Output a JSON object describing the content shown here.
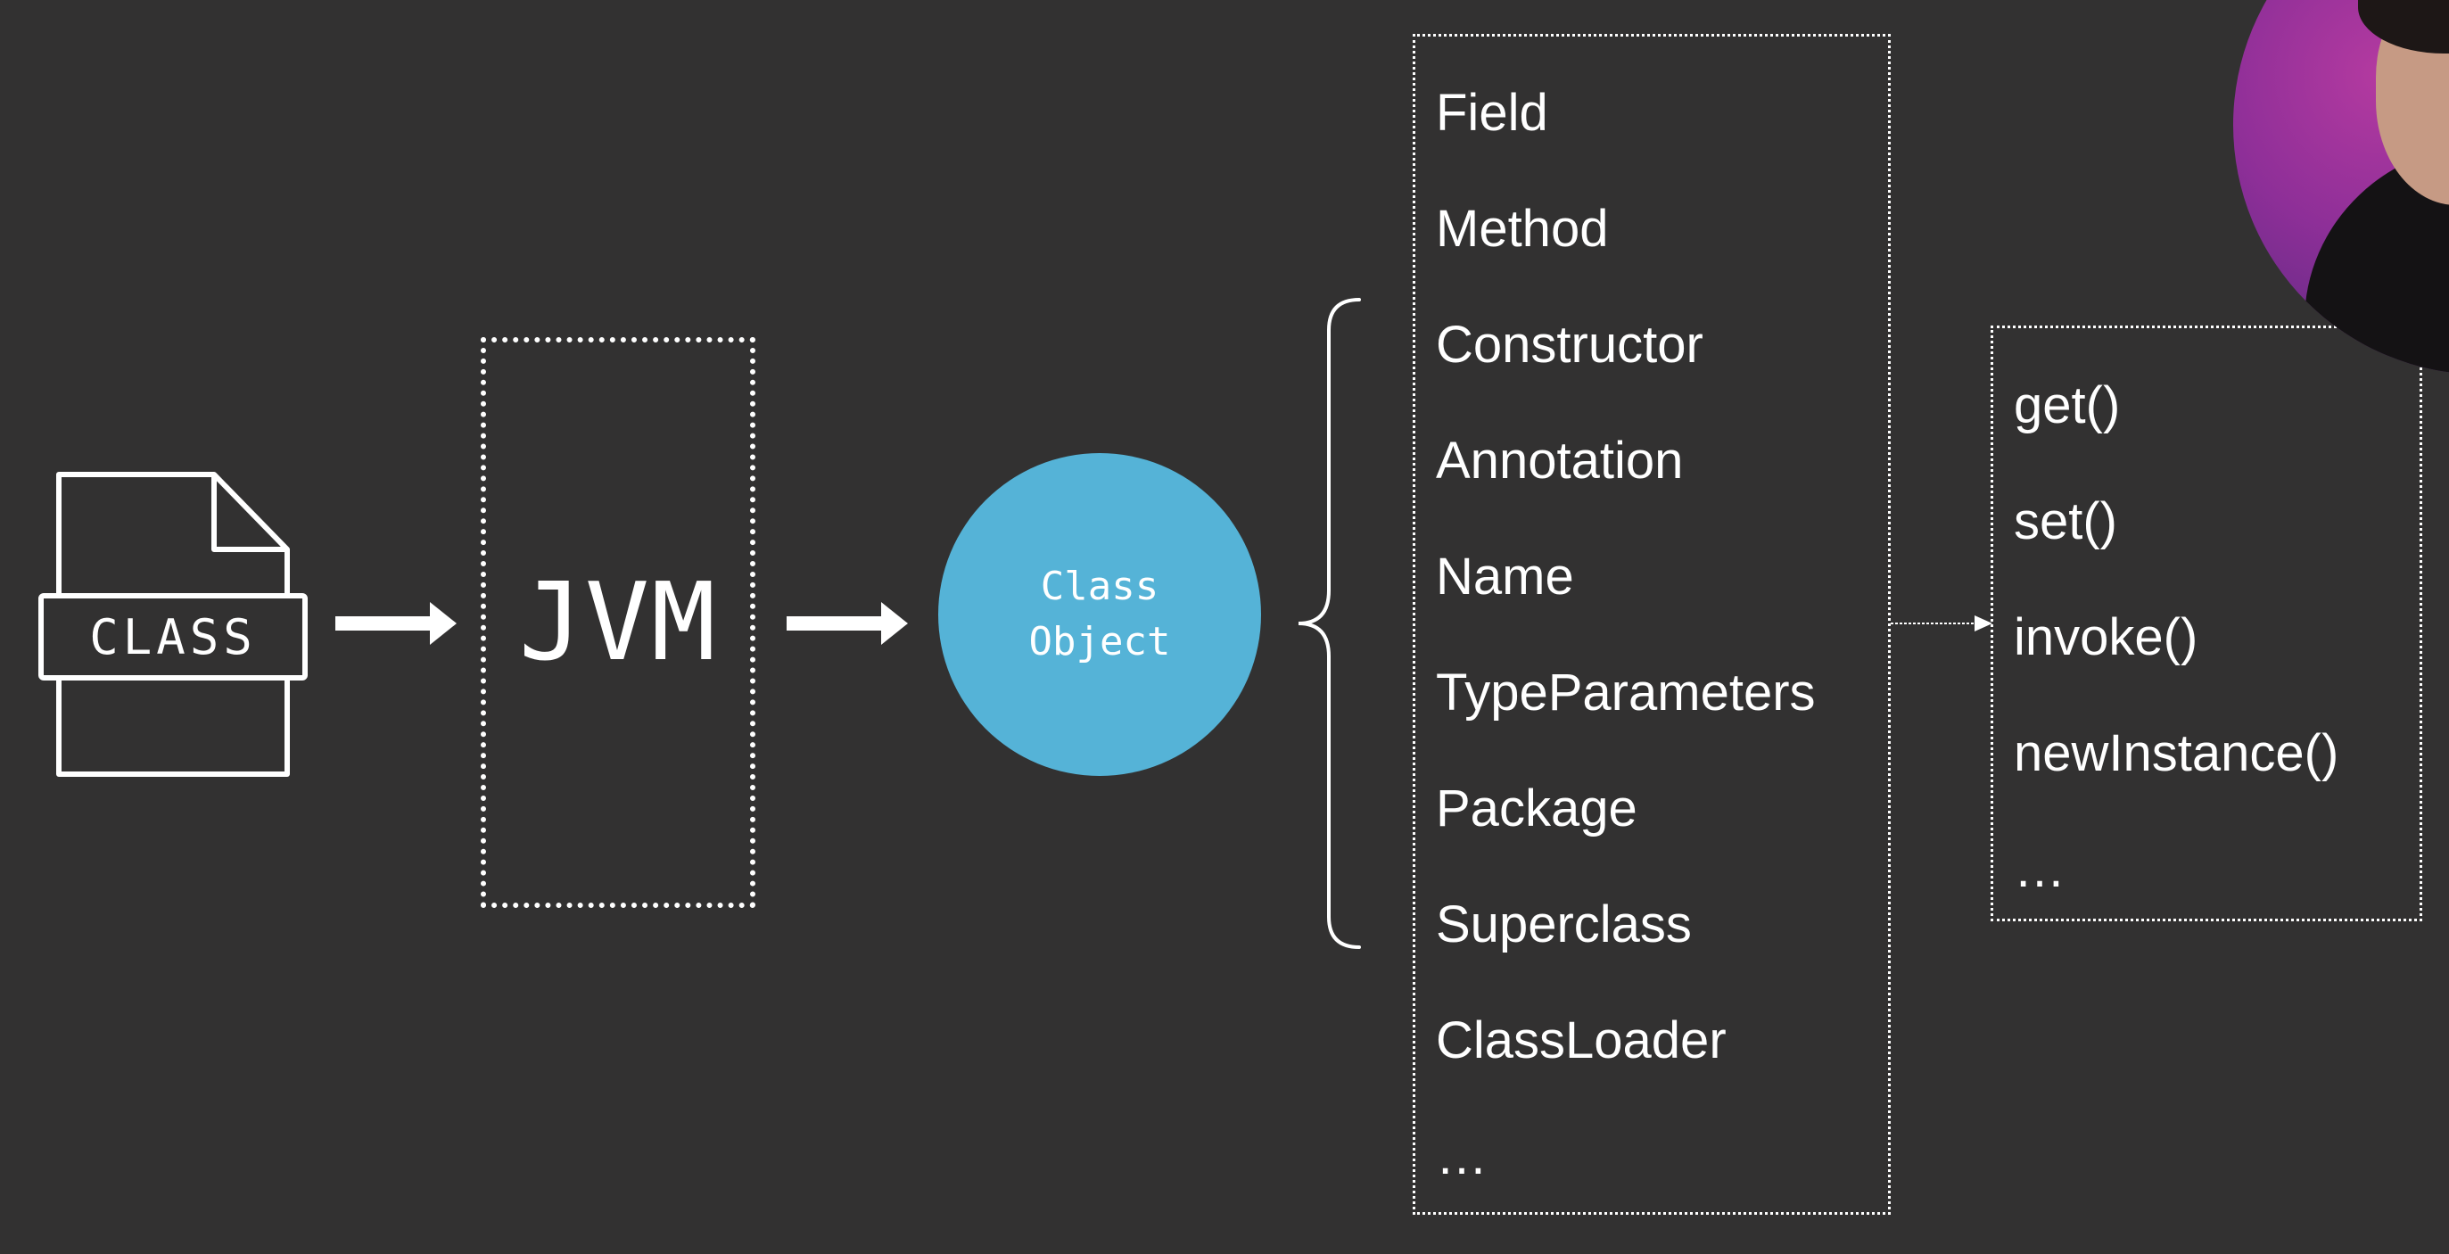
{
  "colors": {
    "background": "#323131",
    "foreground": "#ffffff",
    "class_object_fill": "#55b3d7"
  },
  "file_icon": {
    "label": "CLASS",
    "icon": "file-icon"
  },
  "jvm": {
    "label": "JVM"
  },
  "class_object": {
    "line1": "Class",
    "line2": "Object"
  },
  "members": [
    "Field",
    "Method",
    "Constructor",
    "Annotation",
    "Name",
    "TypeParameters",
    "Package",
    "Superclass",
    "ClassLoader",
    "…"
  ],
  "methods": [
    "get()",
    "set()",
    "invoke()",
    "newInstance()",
    "…"
  ]
}
